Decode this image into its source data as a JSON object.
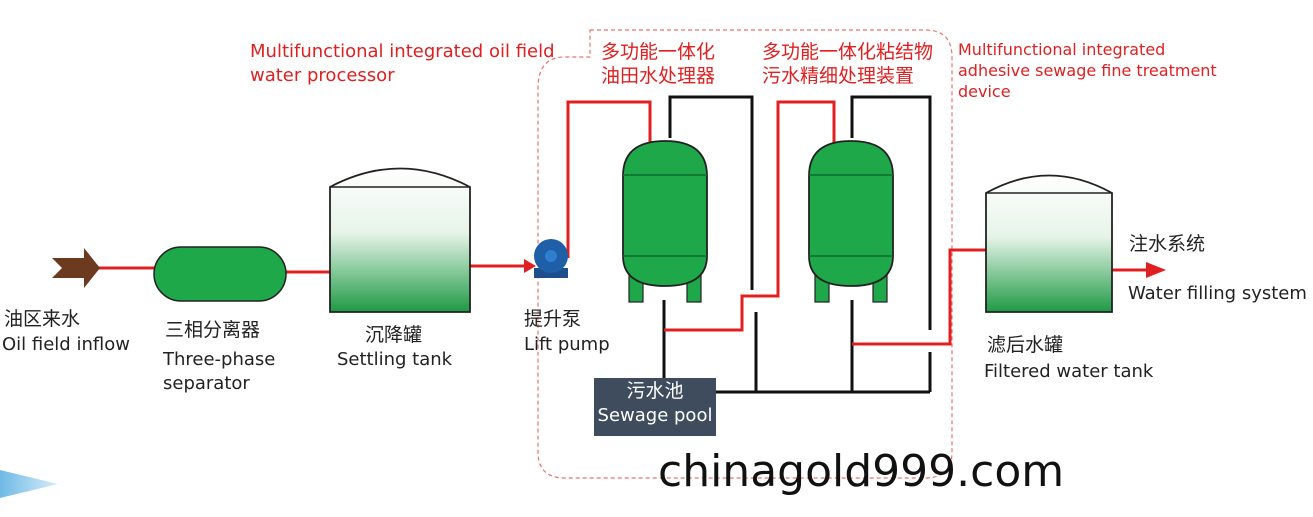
{
  "labels": {
    "inflow_zh": "油区来水",
    "inflow_en": "Oil field inflow",
    "separator_zh": "三相分离器",
    "separator_en_1": "Three-phase",
    "separator_en_2": "separator",
    "settling_zh": "沉降罐",
    "settling_en": "Settling tank",
    "pump_zh": "提升泵",
    "pump_en": "Lift pump",
    "processor_en_1": "Multifunctional  integrated  oil  field",
    "processor_en_2": "water processor",
    "processor_zh_1": "多功能一体化",
    "processor_zh_2": "油田水处理器",
    "adhesive_zh_1": "多功能一体化粘结物",
    "adhesive_zh_2": "污水精细处理装置",
    "adhesive_en_1": "Multifunctional integrated",
    "adhesive_en_2": "adhesive sewage fine treatment",
    "adhesive_en_3": "device",
    "pool_zh": "污水池",
    "pool_en": "Sewage pool",
    "filtered_zh": "滤后水罐",
    "filtered_en": "Filtered water tank",
    "injection_zh": "注水系统",
    "injection_en": "Water filling system",
    "watermark": "chinagold999.com"
  },
  "colors": {
    "pipe_red": "#e02020",
    "pipe_black": "#111111",
    "vessel_green": "#1fa84a",
    "inflow_arrow": "#6b3a1f",
    "pump_blue": "#1e5fa8",
    "pool_bg": "#3f4c5e"
  }
}
